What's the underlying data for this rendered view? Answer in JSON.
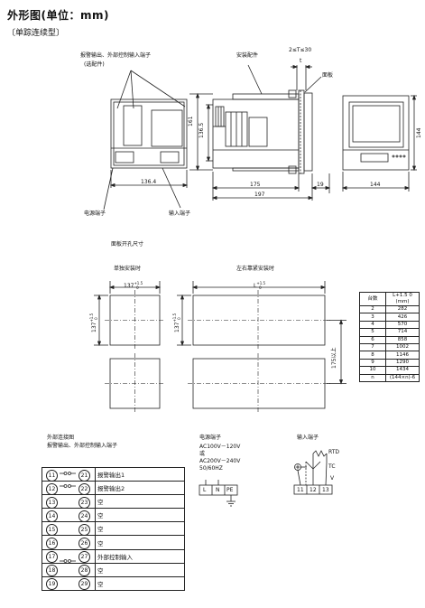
{
  "header": {
    "title": "外形图(单位：mm)",
    "subtitle": "〔单踪连续型〕"
  },
  "outline": {
    "callout_alarm": "报警输出、外部控制输入端子",
    "callout_alarm_note": "(选配件)",
    "callout_bracket": "安装配件",
    "callout_t": "2≤T≤30",
    "callout_t_sym": "t",
    "callout_panel": "面板",
    "callout_power": "电源端子",
    "callout_input": "输入端子",
    "dims": {
      "w_back": "136.4",
      "h_outer": "161",
      "h_inner": "136.5",
      "depth_175": "175",
      "depth_197": "197",
      "front_19": "19",
      "front_w": "144",
      "front_h": "144"
    }
  },
  "cutout": {
    "heading": "面板开孔尺寸",
    "single_label": "单独安装时",
    "side_label": "左右靠紧安装时",
    "single_w": "137",
    "single_w_tol": "+1.5",
    "single_w_tol2": "0",
    "single_h": "137",
    "single_h_tol": "+1.5",
    "single_h_tol2": "0",
    "side_w": "L",
    "side_w_tol": "+1.5",
    "side_w_tol2": "0",
    "side_h": "137",
    "side_h_tol": "+1.5",
    "side_h_tol2": "0",
    "dim_175": "175以上",
    "table_header": [
      "台数",
      "L+1.5 0 (mm)"
    ],
    "table_rows": [
      [
        "2",
        "282"
      ],
      [
        "3",
        "426"
      ],
      [
        "4",
        "570"
      ],
      [
        "5",
        "714"
      ],
      [
        "6",
        "858"
      ],
      [
        "7",
        "1002"
      ],
      [
        "8",
        "1146"
      ],
      [
        "9",
        "1290"
      ],
      [
        "10",
        "1434"
      ],
      [
        "n",
        "(144×n)-6"
      ]
    ]
  },
  "terminals": {
    "heading": "外部连接图",
    "subheading": "报警输出、外部控制输入端子",
    "rows": [
      {
        "l": "11",
        "r": "21",
        "label": "报警输出1",
        "switch": true
      },
      {
        "l": "12",
        "r": "22",
        "label": "报警输出2",
        "switch": true
      },
      {
        "l": "13",
        "r": "23",
        "label": "空",
        "switch": false
      },
      {
        "l": "14",
        "r": "24",
        "label": "空",
        "switch": false
      },
      {
        "l": "15",
        "r": "25",
        "label": "空",
        "switch": false
      },
      {
        "l": "16",
        "r": "26",
        "label": "空",
        "switch": false
      },
      {
        "l": "17",
        "r": "27",
        "label": "外部控制输入",
        "switch": true
      },
      {
        "l": "18",
        "r": "28",
        "label": "空",
        "switch": false
      },
      {
        "l": "19",
        "r": "29",
        "label": "空",
        "switch": false
      }
    ]
  },
  "power": {
    "heading": "电源端子",
    "line1": "AC100V－120V",
    "line2": "或",
    "line3": "AC200V－240V",
    "line4": "50/60HZ",
    "pins": [
      "L",
      "N",
      "PE"
    ]
  },
  "input": {
    "heading": "输入端子",
    "rtd": "RTD",
    "tc": "TC",
    "v": "V",
    "pins": [
      "11",
      "12",
      "13"
    ]
  }
}
